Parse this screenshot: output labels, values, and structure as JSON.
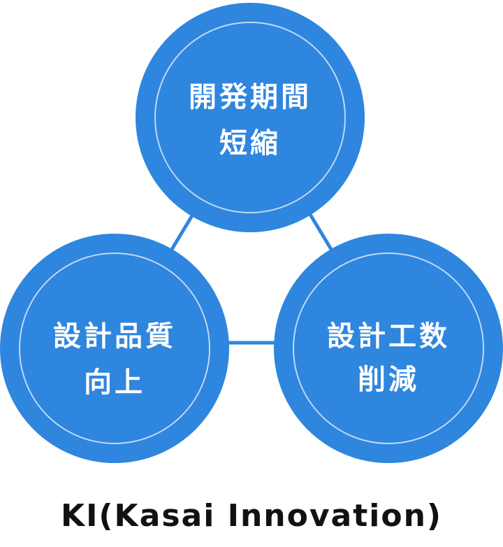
{
  "diagram": {
    "colors": {
      "circle_fill": "#2E86DE",
      "inner_ring": "#BFD9F5",
      "connector": "#2E86DE",
      "text": "#FFFFFF"
    },
    "nodes": [
      {
        "id": "top",
        "lines": [
          "開発期間",
          "短縮"
        ]
      },
      {
        "id": "left",
        "lines": [
          "設計品質",
          "向上"
        ]
      },
      {
        "id": "right",
        "lines": [
          "設計工数",
          "削減"
        ]
      }
    ]
  },
  "caption": "KI(Kasai Innovation)"
}
